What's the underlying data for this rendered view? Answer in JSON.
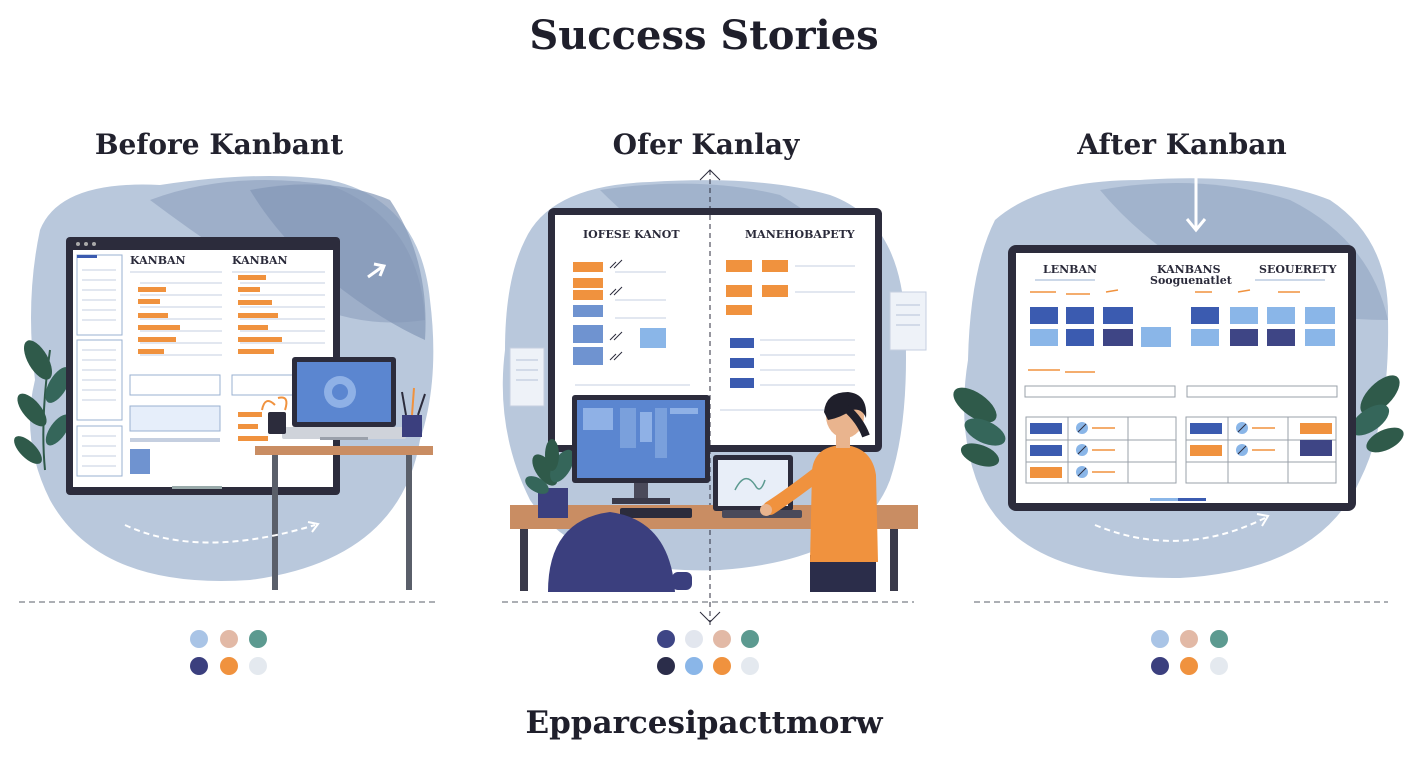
{
  "page": {
    "title": "Success Stories",
    "footer": "Epparcesipacttmorw"
  },
  "panels": [
    {
      "title": "Before Kanbant",
      "board_labels": [
        "KANBAN",
        "KANBAN"
      ],
      "palette": [
        "#a9c4e6",
        "#e2b9a6",
        "#5c9a90",
        "#3b3f7e",
        "#f0923e",
        "#e4e9ef"
      ]
    },
    {
      "title": "Ofer Kanlay",
      "board_labels": [
        "IOFESE KANOT",
        "MANEHOBAPETY"
      ],
      "palette": [
        "#3e4585",
        "#e2e6ee",
        "#e2b9a6",
        "#5c9a90",
        "#2b2d4a",
        "#8ab6e8",
        "#f0923e",
        "#e4e9ef"
      ]
    },
    {
      "title": "After Kanban",
      "board_labels": [
        "LENBAN",
        "KANBANS",
        "Sooguenatlet",
        "SEOUERETY"
      ],
      "palette": [
        "#a9c4e6",
        "#e2b9a6",
        "#5c9a90",
        "#3b3f7e",
        "#f0923e",
        "#e4e9ef"
      ]
    }
  ]
}
